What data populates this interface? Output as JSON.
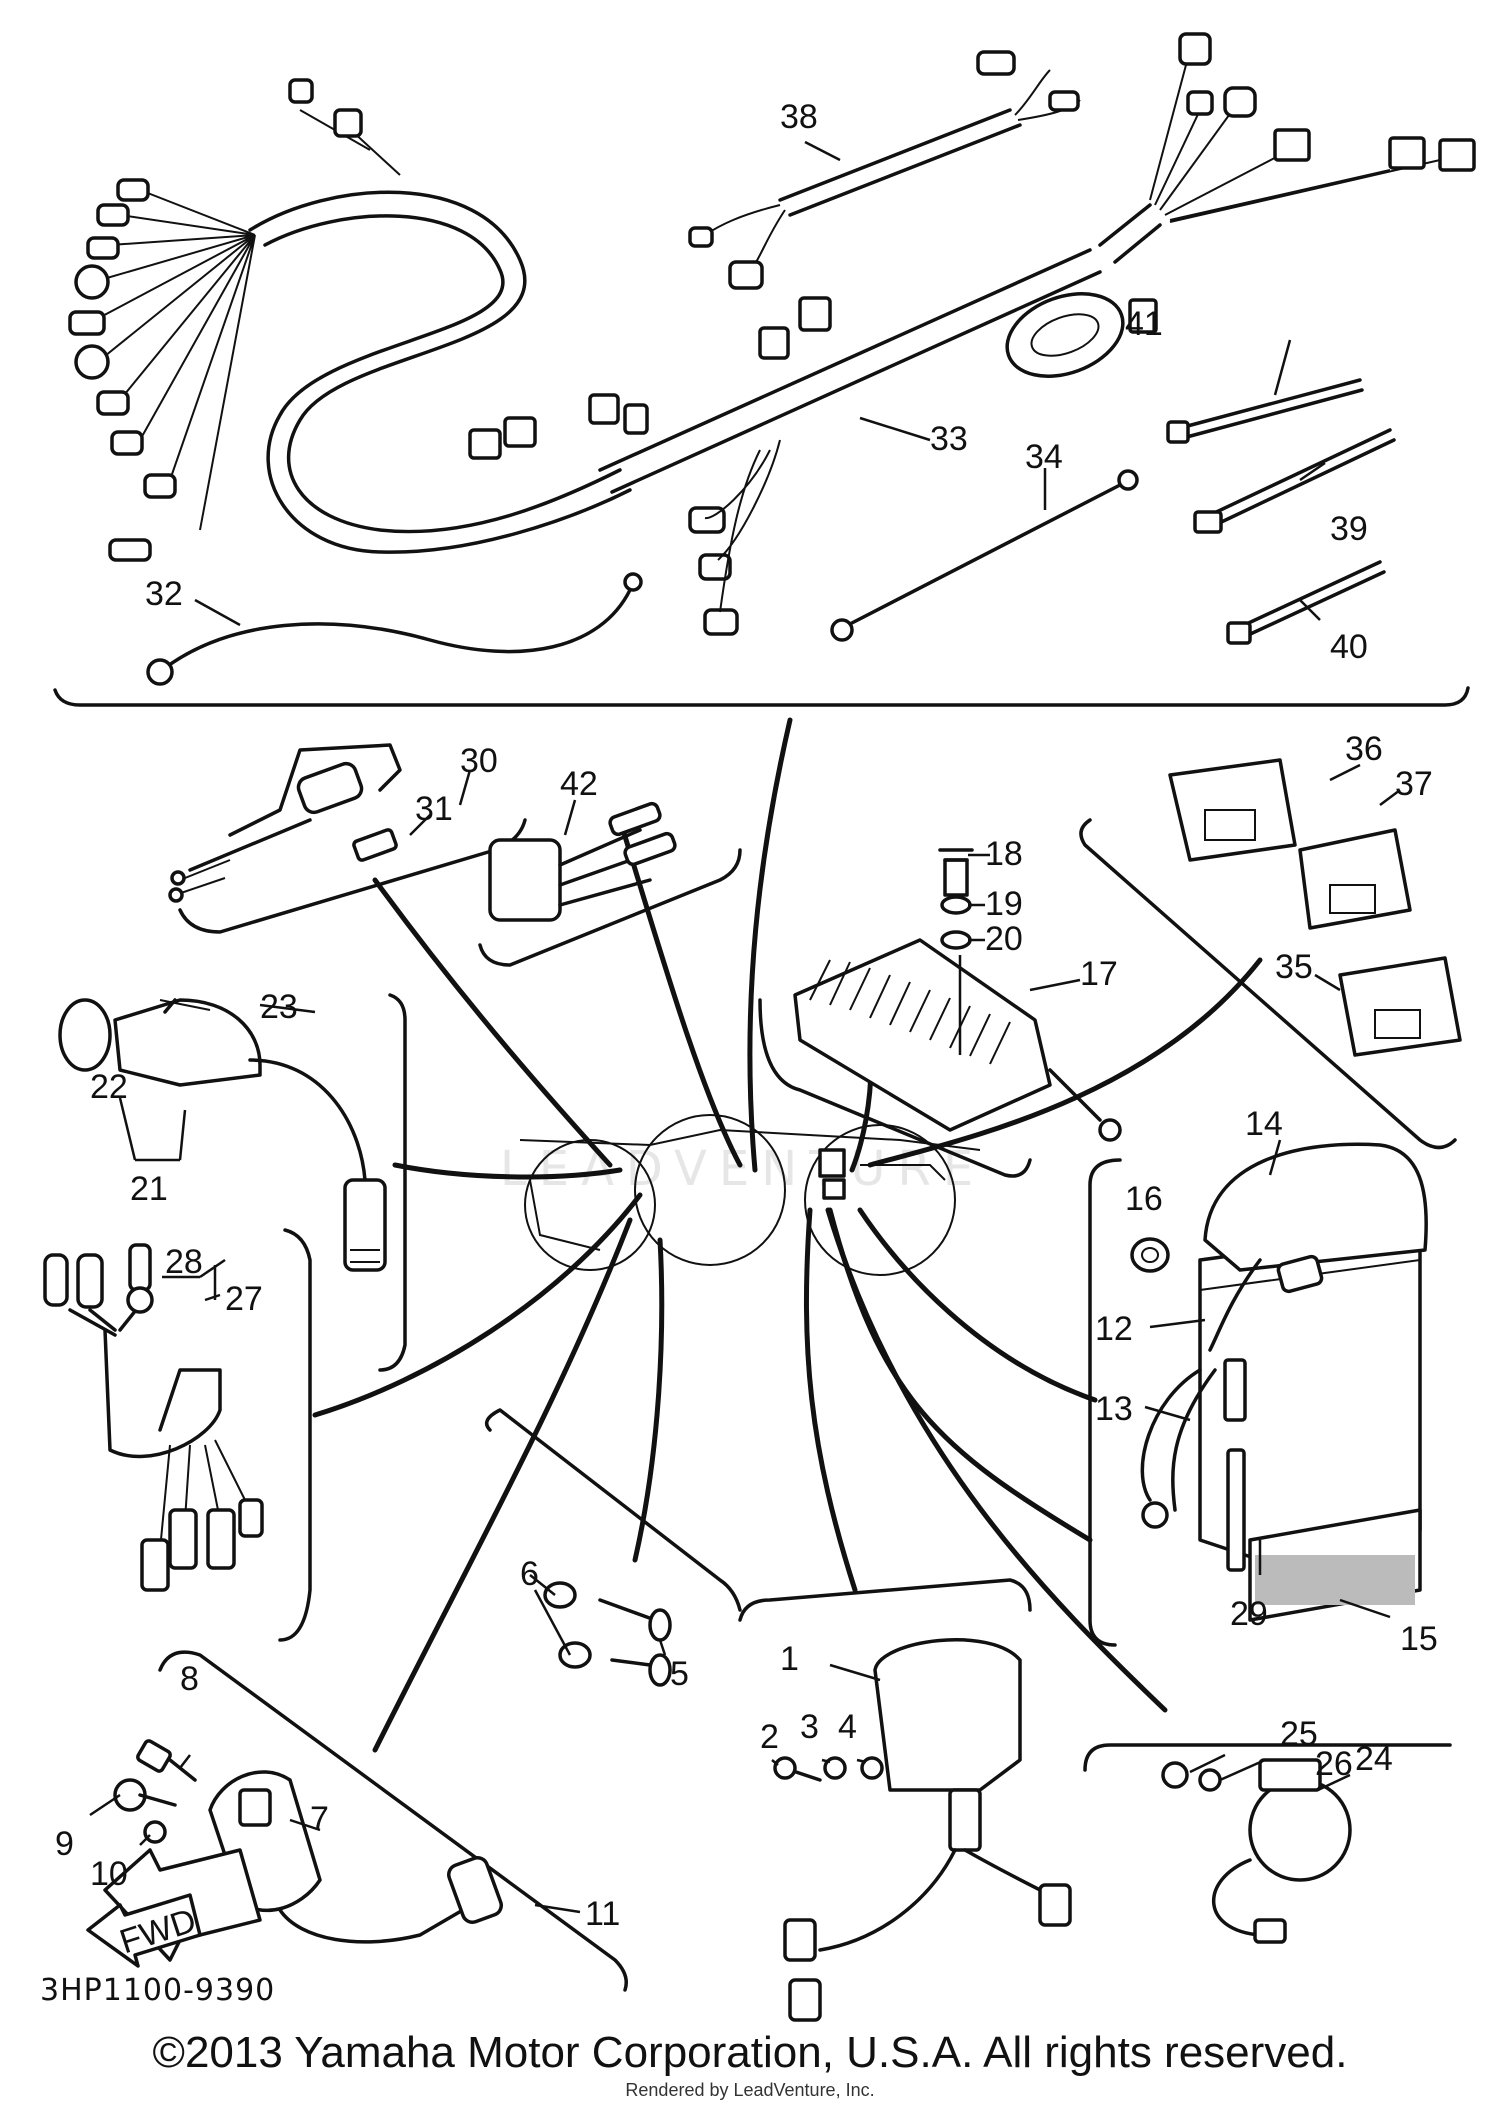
{
  "labels": {
    "p1": "1",
    "p2": "2",
    "p3": "3",
    "p4": "4",
    "p5": "5",
    "p6": "6",
    "p7": "7",
    "p8": "8",
    "p9": "9",
    "p10": "10",
    "p11": "11",
    "p12": "12",
    "p13": "13",
    "p14": "14",
    "p15": "15",
    "p16": "16",
    "p17": "17",
    "p18": "18",
    "p19": "19",
    "p20": "20",
    "p21": "21",
    "p22": "22",
    "p23": "23",
    "p24": "24",
    "p25": "25",
    "p26": "26",
    "p27": "27",
    "p28": "28",
    "p29": "29",
    "p30": "30",
    "p31": "31",
    "p32": "32",
    "p33": "33",
    "p34": "34",
    "p35": "35",
    "p36": "36",
    "p37": "37",
    "p38": "38",
    "p39": "39",
    "p40": "40",
    "p41": "41",
    "p42": "42"
  },
  "arrow_text": "FWD",
  "diagram_code": "3HP1100-9390",
  "watermark": "LEADVENTURE",
  "copyright": "©2013 Yamaha Motor Corporation, U.S.A. All rights reserved.",
  "rendered_by": "Rendered by LeadVenture, Inc."
}
